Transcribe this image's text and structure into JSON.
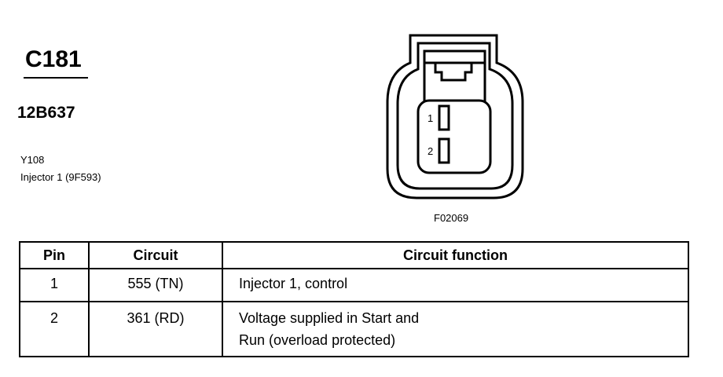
{
  "connector": {
    "id": "C181",
    "part_number": "12B637",
    "component_code": "Y108",
    "component_name": "Injector 1 (9F593)",
    "figure_id": "F02069"
  },
  "diagram": {
    "pin_labels": [
      "1",
      "2"
    ]
  },
  "table": {
    "headers": {
      "pin": "Pin",
      "circuit": "Circuit",
      "function": "Circuit function"
    },
    "rows": [
      {
        "pin": "1",
        "circuit": "555 (TN)",
        "function_lines": [
          "Injector 1, control"
        ]
      },
      {
        "pin": "2",
        "circuit": "361 (RD)",
        "function_lines": [
          "Voltage supplied in Start and",
          "Run (overload protected)"
        ]
      }
    ]
  }
}
